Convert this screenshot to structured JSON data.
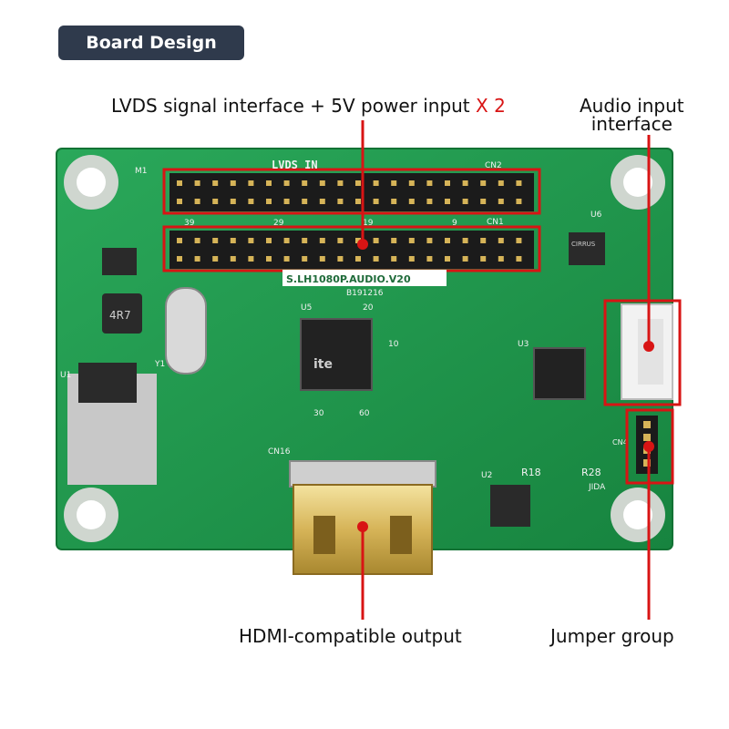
{
  "header": {
    "title": "Board Design"
  },
  "callouts": {
    "lvds": {
      "text": "LVDS signal interface + 5V power input ",
      "multiplier": "X 2"
    },
    "audio": {
      "line1": "Audio input",
      "line2": "interface"
    },
    "hdmi": {
      "text": "HDMI-compatible output"
    },
    "jumper": {
      "text": "Jumper group"
    }
  },
  "silkscreen": {
    "lvds_in": "LVDS IN",
    "cn2": "CN2",
    "cn1": "CN1",
    "m1": "M1",
    "u1": "U1",
    "u2": "U2",
    "u3": "U3",
    "u5": "U5",
    "u6": "U6",
    "y1": "Y1",
    "cn16": "CN16",
    "cn4": "CN4",
    "r18": "R18",
    "r28": "R28",
    "jida": "JIDA",
    "model": "S.LH1080P.AUDIO.V20",
    "serial": "B191216",
    "inductor": "4R7",
    "pin39": "39",
    "pin29": "29",
    "pin19": "19",
    "pin9": "9",
    "pin20": "20",
    "pin10": "10",
    "pin30": "30",
    "pin60": "60",
    "chip_brand": "ite",
    "cirrus": "CIRRUS"
  },
  "colors": {
    "accent": "#d81414",
    "pcb": "#1f9a4f",
    "badge": "#2f3a4c",
    "header_pins": "#1b1b1b",
    "hdmi_gold": "#d6b458"
  }
}
